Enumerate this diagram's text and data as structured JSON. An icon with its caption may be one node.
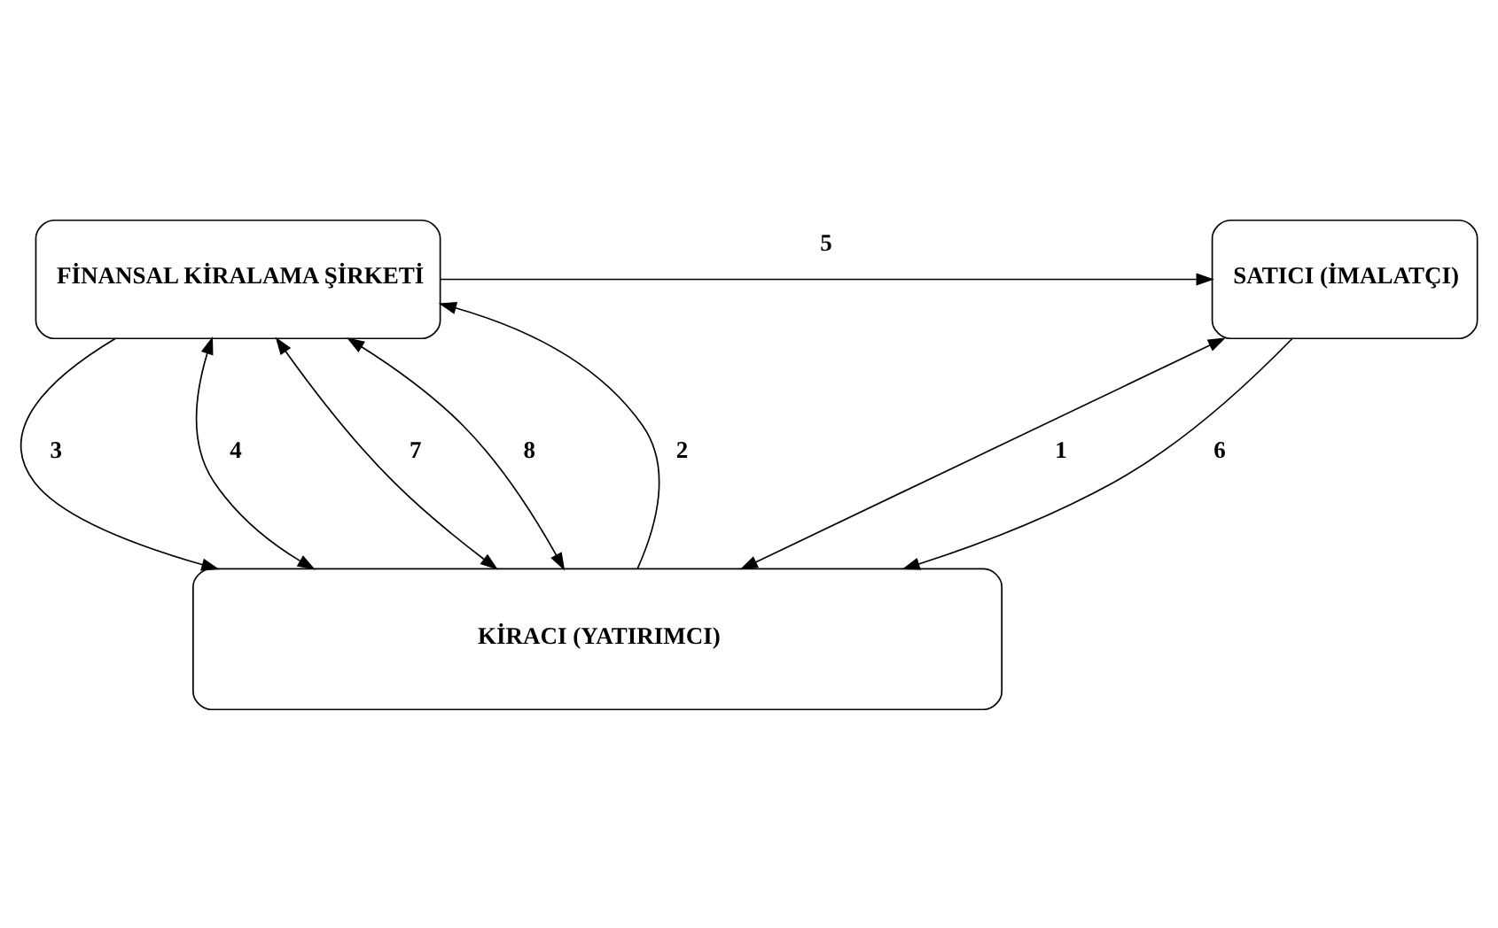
{
  "diagram": {
    "nodes": [
      {
        "text": [
          "FİNANSAL KİRALAMA ŞİRKETİ"
        ]
      },
      {
        "text": [
          "SATICI (İMALATÇI)"
        ]
      },
      {
        "text": [
          "KİRACI (YATIRIMCI)"
        ]
      }
    ],
    "edges": [
      {
        "from": 0,
        "to": 1,
        "arrow": "to",
        "label": "5"
      },
      {
        "from": 2,
        "to": 0,
        "arrow": "to",
        "label": "2"
      },
      {
        "from": 0,
        "to": 2,
        "arrow": "to",
        "label": "3"
      },
      {
        "from": 0,
        "to": 2,
        "arrow": "both",
        "label": "4"
      },
      {
        "from": 0,
        "to": 2,
        "arrow": "both",
        "label": "7"
      },
      {
        "from": 0,
        "to": 2,
        "arrow": "both",
        "label": "8"
      },
      {
        "from": 1,
        "to": 2,
        "arrow": "both",
        "label": "1"
      },
      {
        "from": 1,
        "to": 2,
        "arrow": "to",
        "label": "6"
      }
    ]
  }
}
